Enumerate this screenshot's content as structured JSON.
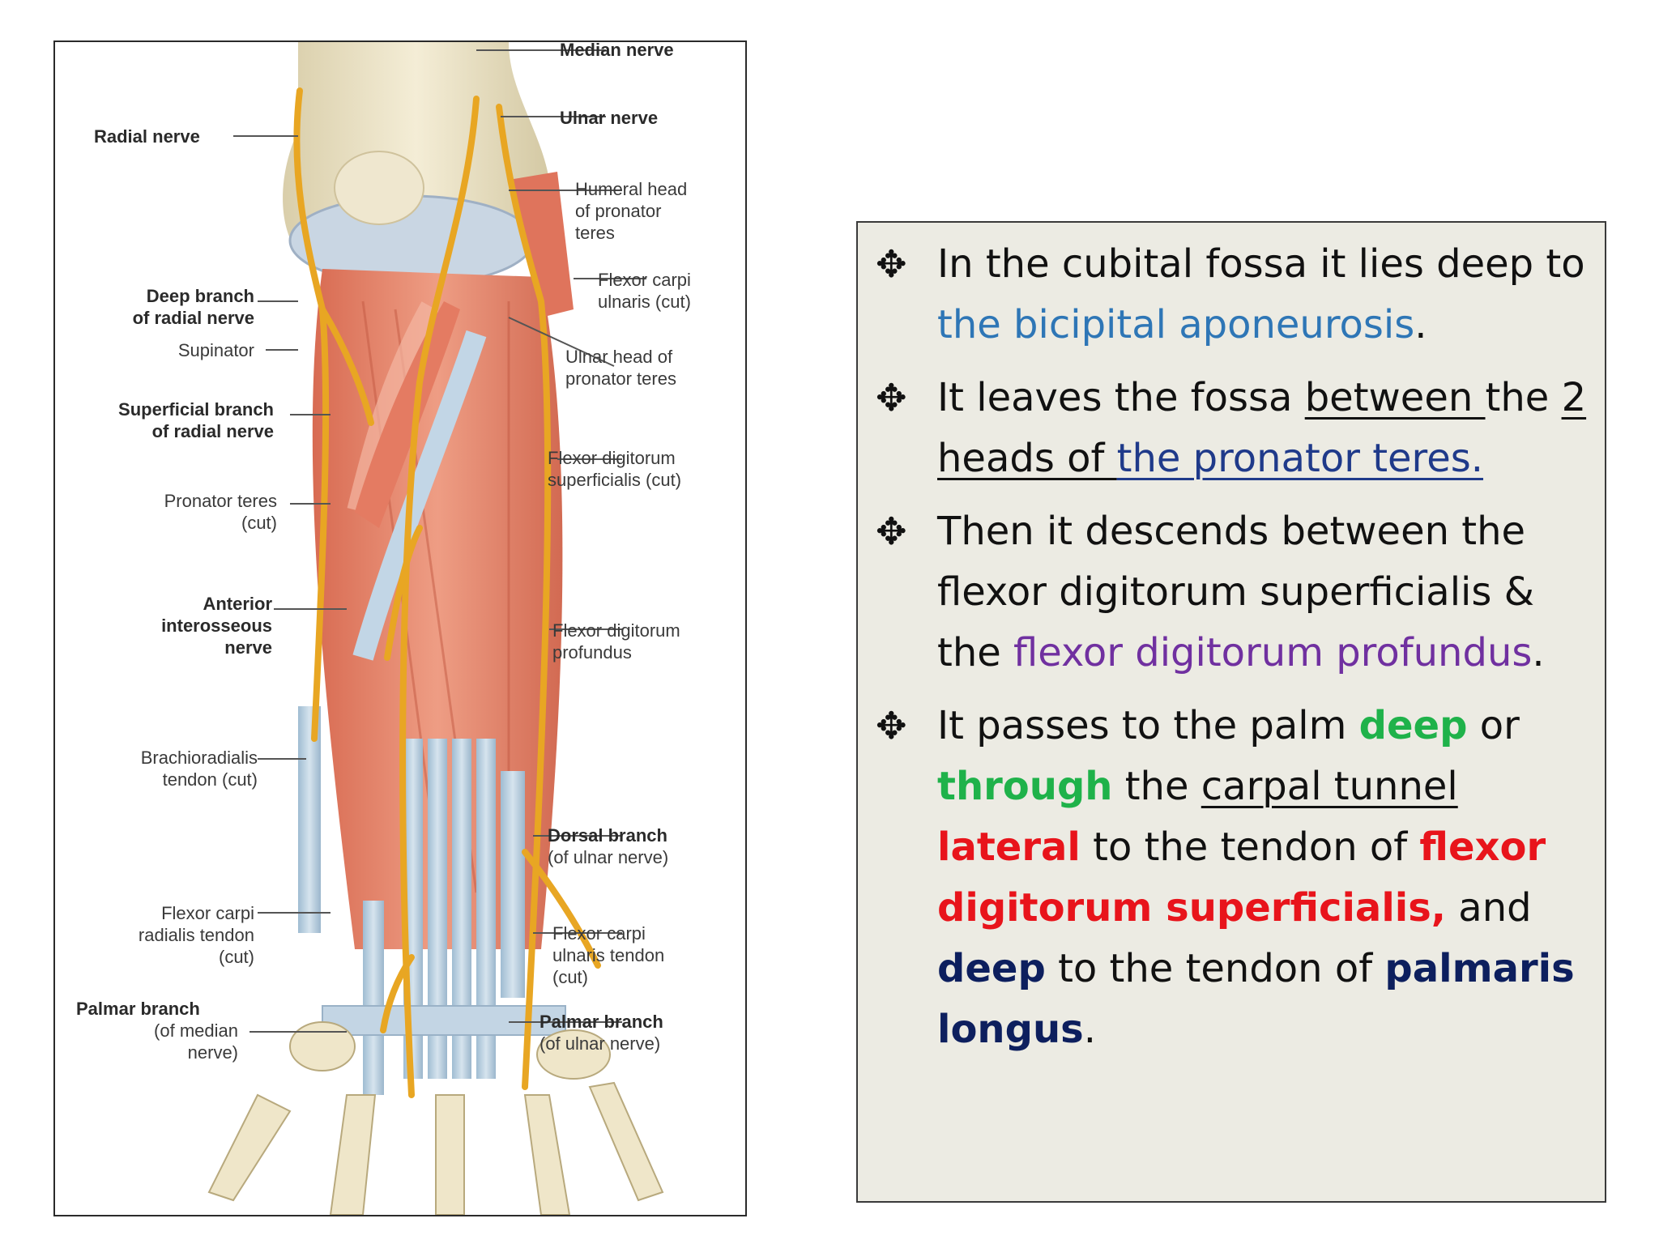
{
  "figure": {
    "labels": {
      "median_nerve": "Median nerve",
      "ulnar_nerve": "Ulnar nerve",
      "radial_nerve": "Radial nerve",
      "humeral_head": "Humeral head\nof pronator\nteres",
      "flexor_carpi_ulnaris_cut": "Flexor carpi\nulnaris (cut)",
      "deep_branch_radial": "Deep branch\nof radial nerve",
      "supinator": "Supinator",
      "ulnar_head": "Ulnar head of\npronator teres",
      "superficial_branch_radial": "Superficial branch\nof radial nerve",
      "fds_cut": "Flexor digitorum\nsuperficialis (cut)",
      "pronator_teres_cut": "Pronator teres\n(cut)",
      "anterior_interosseous": "Anterior\ninterosseous\nnerve",
      "fdp": "Flexor digitorum\nprofundus",
      "brachioradialis_tendon": "Brachioradialis\ntendon (cut)",
      "dorsal_branch_title": "Dorsal branch",
      "dorsal_branch_sub": "(of ulnar nerve)",
      "fcr_tendon": "Flexor carpi\nradialis tendon\n(cut)",
      "fcu_tendon": "Flexor carpi\nulnaris tendon\n(cut)",
      "palmar_branch_median_title": "Palmar branch",
      "palmar_branch_median_sub": "(of median\nnerve)",
      "palmar_branch_ulnar_title": "Palmar branch",
      "palmar_branch_ulnar_sub": "(of ulnar nerve)"
    },
    "colors": {
      "nerve": "#e8a623",
      "muscle": "#e0836a",
      "tendon": "#b7cfe0",
      "bone": "#efe6c9"
    }
  },
  "bullet_icon": "✥",
  "bullets": [
    {
      "segments": [
        {
          "text": "In the cubital fossa it lies deep to "
        },
        {
          "text": "the bicipital aponeurosis",
          "style": "c-blue"
        },
        {
          "text": "."
        }
      ]
    },
    {
      "segments": [
        {
          "text": "It leaves the fossa "
        },
        {
          "text": "between ",
          "style": "u"
        },
        {
          "text": "the "
        },
        {
          "text": "2 heads of ",
          "style": "u"
        },
        {
          "text": "the pronator teres.",
          "style": "u c-navy"
        }
      ]
    },
    {
      "segments": [
        {
          "text": "Then it descends between the flexor digitorum superficialis & the "
        },
        {
          "text": "flexor digitorum profundus",
          "style": "c-purple"
        },
        {
          "text": "."
        }
      ]
    },
    {
      "segments": [
        {
          "text": "It passes to the palm "
        },
        {
          "text": "deep",
          "style": "c-green"
        },
        {
          "text": " or "
        },
        {
          "text": "through",
          "style": "c-green"
        },
        {
          "text": " the "
        },
        {
          "text": "carpal tunnel",
          "style": "u"
        },
        {
          "text": " "
        },
        {
          "text": "lateral",
          "style": "c-red"
        },
        {
          "text": " to the tendon of "
        },
        {
          "text": "flexor digitorum superficialis,",
          "style": "c-red"
        },
        {
          "text": " and "
        },
        {
          "text": "deep",
          "style": "c-dark"
        },
        {
          "text": " to the tendon of "
        },
        {
          "text": "palmaris longus",
          "style": "c-dark"
        },
        {
          "text": "."
        }
      ]
    }
  ]
}
